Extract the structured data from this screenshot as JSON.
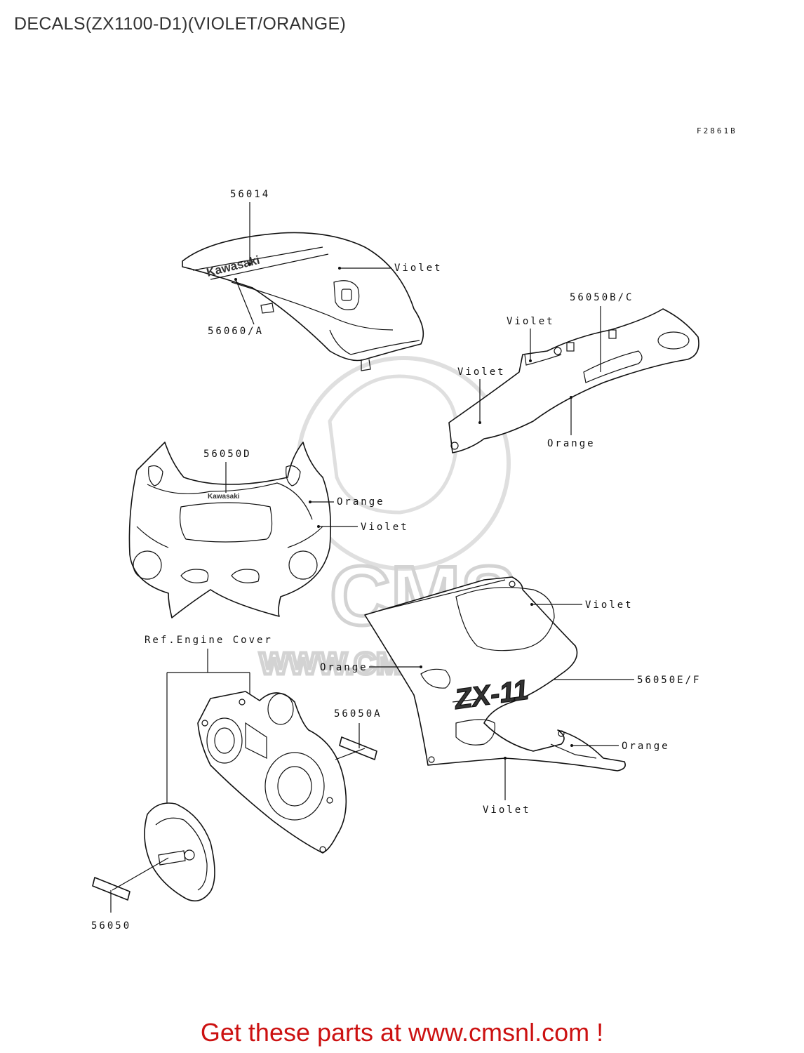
{
  "title": "DECALS(ZX1100-D1)(VIOLET/ORANGE)",
  "figure_ref": "F2861B",
  "labels": {
    "p56014": "56014",
    "p56060a": "56060/A",
    "p56050bc": "56050B/C",
    "p56050d": "56050D",
    "p56050ef": "56050E/F",
    "p56050a": "56050A",
    "p56050": "56050",
    "ref_engine_cover": "Ref.Engine Cover",
    "violet": "Violet",
    "orange": "Orange"
  },
  "decal_text": {
    "kawasaki": "Kawasaki",
    "zx11": "ZX-11"
  },
  "watermark": {
    "brand": "CMS",
    "url": "WWW.CMSNL.COM"
  },
  "footer": "Get these parts at www.cmsnl.com !",
  "colors": {
    "footer_text": "#cc1111",
    "watermark": "#cfcfcf",
    "line": "#111111"
  }
}
